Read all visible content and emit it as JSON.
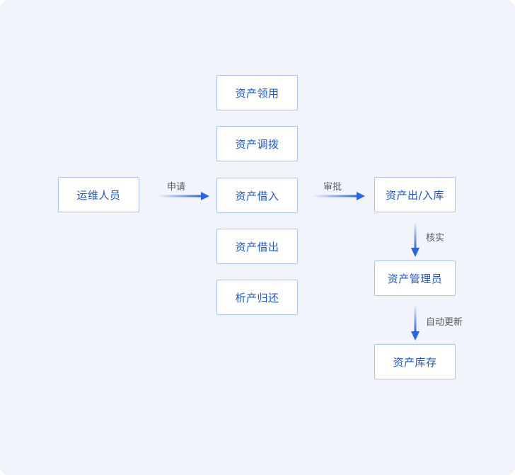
{
  "nodes": {
    "ops_staff": "运维人员",
    "asset_receive": "资产领用",
    "asset_allocate": "资产调拨",
    "asset_borrow_in": "资产借入",
    "asset_borrow_out": "资产借出",
    "asset_return": "析产归还",
    "asset_in_out": "资产出/入库",
    "asset_admin": "资产管理员",
    "asset_inventory": "资产库存"
  },
  "edges": {
    "apply": "申请",
    "approve": "审批",
    "verify": "核实",
    "auto_update": "自动更新"
  },
  "colors": {
    "background": "#f1f5fb",
    "box_border": "#a9c4ec",
    "text_accent": "#1c58c9",
    "arrow": "#2c64e6"
  }
}
